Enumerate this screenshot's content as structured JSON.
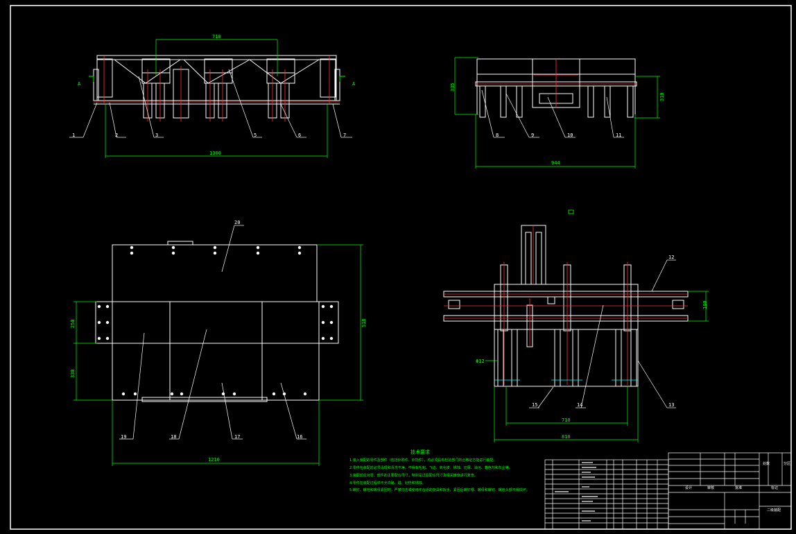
{
  "colors": {
    "background": "#000000",
    "outline": "#ffffff",
    "dimension": "#00ff00",
    "centerline": "#ff3030",
    "hidden": "#00ffff"
  },
  "dimensions": {
    "front_top": "710",
    "front_bottom": "1300",
    "side_height_left": "335",
    "side_height_right": "319",
    "side_bottom": "944",
    "plan_top_height": "250",
    "plan_bottom_height": "330",
    "plan_total_height": "518",
    "plan_bottom_width": "1210",
    "section_right": "160",
    "section_left": "Φ12",
    "section_inner": "710",
    "section_outer": "810"
  },
  "part_labels": [
    "1",
    "2",
    "3",
    "5",
    "6",
    "7",
    "8",
    "9",
    "10",
    "11",
    "12",
    "13",
    "14",
    "15",
    "16",
    "17",
    "18",
    "19",
    "20"
  ],
  "section_marks": {
    "left": "A",
    "right": "A"
  },
  "notes": {
    "title": "技术要求",
    "lines": [
      "1.装入装配的零件及部件（包括外购件、外协件），均必须具有检验部门的合格证方能进行装配。",
      "2.零件在装配前必须清理和清洗干净，不得有毛刺、飞边、氧化皮、锈蚀、切屑、油污、着色剂和灰尘等。",
      "3.装配前应对零、部件的主要配合尺寸，特别是过盈配合尺寸及相关精度进行复查。",
      "4.零件在装配过程中不允许磕、碰、划伤和锈蚀。",
      "5.螺钉、螺栓和螺母紧固时，严禁打击或使用不合适的旋具和扳手。紧固后螺钉槽、螺母和螺钉、螺栓头部不得损坏。"
    ]
  },
  "title_block": {
    "drawing_name": "二级装配",
    "cells": [
      "设计",
      "审核",
      "批准",
      "标记",
      "处数",
      "分区"
    ]
  }
}
